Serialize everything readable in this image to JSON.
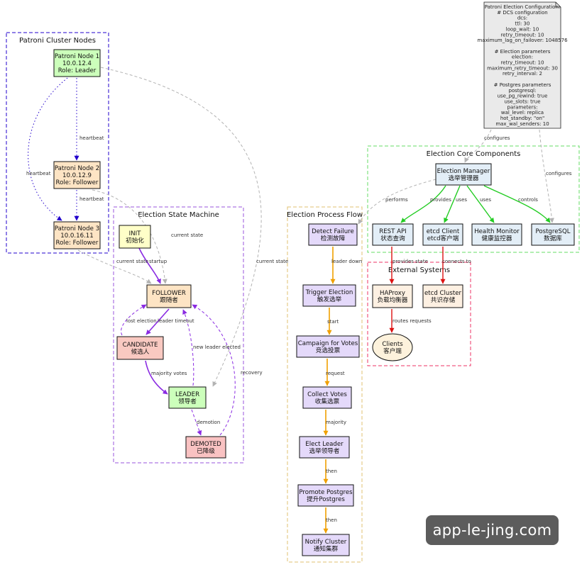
{
  "colors": {
    "leader_fill": "#ccffbb",
    "follower_fill": "#fde4c4",
    "init_fill": "#ffffc8",
    "candidate_fill": "#f9c9c1",
    "demoted_fill": "#f9c2c2",
    "process_fill": "#e4d9fa",
    "core_fill": "#e3eef7",
    "external_fill": "#fdf0e2",
    "client_fill": "#fdf2dc",
    "config_fill": "#eaeaea",
    "blue_edge": "#2200cc",
    "purple_edge": "#8a2be2",
    "orange_edge": "#f0a000",
    "green_edge": "#22cc22",
    "red_edge": "#dd1111",
    "gray_edge": "#b3b3b3"
  },
  "clusters": [
    {
      "id": "cluster_nodes",
      "title": "Patroni Cluster Nodes",
      "color": "#2200cc"
    },
    {
      "id": "cluster_state",
      "title": "Election State Machine",
      "color": "#9955dd"
    },
    {
      "id": "cluster_process",
      "title": "Election Process Flow",
      "color": "#e0c070"
    },
    {
      "id": "cluster_core",
      "title": "Election Core Components",
      "color": "#66dd66"
    },
    {
      "id": "cluster_external",
      "title": "External Systems",
      "color": "#ee3366"
    }
  ],
  "nodes": [
    {
      "id": "node1",
      "lines": [
        "Patroni Node 1",
        "10.0.12.4",
        "Role: Leader"
      ],
      "fill": "leader_fill"
    },
    {
      "id": "node2",
      "lines": [
        "Patroni Node 2",
        "10.0.12.9",
        "Role: Follower"
      ],
      "fill": "follower_fill"
    },
    {
      "id": "node3",
      "lines": [
        "Patroni Node 3",
        "10.0.16.11",
        "Role: Follower"
      ],
      "fill": "follower_fill"
    },
    {
      "id": "init",
      "lines": [
        "INIT",
        "初始化"
      ],
      "fill": "init_fill"
    },
    {
      "id": "follower",
      "lines": [
        "FOLLOWER",
        "跟随者"
      ],
      "fill": "follower_fill"
    },
    {
      "id": "candidate",
      "lines": [
        "CANDIDATE",
        "候选人"
      ],
      "fill": "candidate_fill"
    },
    {
      "id": "leader",
      "lines": [
        "LEADER",
        "领导者"
      ],
      "fill": "leader_fill"
    },
    {
      "id": "demoted",
      "lines": [
        "DEMOTED",
        "已降级"
      ],
      "fill": "demoted_fill"
    },
    {
      "id": "detect",
      "lines": [
        "Detect Failure",
        "检测故障"
      ],
      "fill": "process_fill"
    },
    {
      "id": "trigger",
      "lines": [
        "Trigger Election",
        "触发选举"
      ],
      "fill": "process_fill"
    },
    {
      "id": "campaign",
      "lines": [
        "Campaign for Votes",
        "竞选投票"
      ],
      "fill": "process_fill"
    },
    {
      "id": "collect",
      "lines": [
        "Collect Votes",
        "收集选票"
      ],
      "fill": "process_fill"
    },
    {
      "id": "elect",
      "lines": [
        "Elect Leader",
        "选举领导者"
      ],
      "fill": "process_fill"
    },
    {
      "id": "promote",
      "lines": [
        "Promote Postgres",
        "提升Postgres"
      ],
      "fill": "process_fill"
    },
    {
      "id": "notify",
      "lines": [
        "Notify Cluster",
        "通知集群"
      ],
      "fill": "process_fill"
    },
    {
      "id": "manager",
      "lines": [
        "Election Manager",
        "选举管理器"
      ],
      "fill": "core_fill"
    },
    {
      "id": "restapi",
      "lines": [
        "REST API",
        "状态查询"
      ],
      "fill": "core_fill"
    },
    {
      "id": "etcdclient",
      "lines": [
        "etcd Client",
        "etcd客户端"
      ],
      "fill": "core_fill"
    },
    {
      "id": "health",
      "lines": [
        "Health Monitor",
        "健康监控器"
      ],
      "fill": "core_fill"
    },
    {
      "id": "postgres",
      "lines": [
        "PostgreSQL",
        "数据库"
      ],
      "fill": "core_fill"
    },
    {
      "id": "haproxy",
      "lines": [
        "HAProxy",
        "负载均衡器"
      ],
      "fill": "external_fill"
    },
    {
      "id": "etcdcluster",
      "lines": [
        "etcd Cluster",
        "共识存储"
      ],
      "fill": "external_fill"
    },
    {
      "id": "clients",
      "lines": [
        "Clients",
        "客户端"
      ],
      "fill": "client_fill",
      "shape": "ellipse"
    }
  ],
  "config_note": {
    "lines": [
      "Patroni Election Configuration:",
      "# DCS configuration",
      "dcs:",
      "ttl: 30",
      "loop_wait: 10",
      "retry_timeout: 10",
      "maximum_lag_on_failover: 1048576",
      "",
      "# Election parameters",
      "election:",
      "retry_timeout: 10",
      "maximum_retry_timeout: 30",
      "retry_interval: 2",
      "",
      "# Postgres parameters",
      "postgresql:",
      "use_pg_rewind: true",
      "use_slots: true",
      "parameters:",
      "wal_level: replica",
      "hot_standby: \"on\"",
      "max_wal_senders: 10"
    ]
  },
  "edges": [
    {
      "id": "e1",
      "label": "heartbeat"
    },
    {
      "id": "e2",
      "label": "heartbeat"
    },
    {
      "id": "e3",
      "label": "heartbeat"
    },
    {
      "id": "e4",
      "label": "startup"
    },
    {
      "id": "e5",
      "label": "leader timeout"
    },
    {
      "id": "e6",
      "label": "lost election"
    },
    {
      "id": "e7",
      "label": "majority votes"
    },
    {
      "id": "e8",
      "label": "new leader elected"
    },
    {
      "id": "e9",
      "label": "demotion"
    },
    {
      "id": "e10",
      "label": "recovery"
    },
    {
      "id": "e11",
      "label": "current state"
    },
    {
      "id": "e12",
      "label": "current state"
    },
    {
      "id": "e13",
      "label": "current state"
    },
    {
      "id": "e14",
      "label": "leader down"
    },
    {
      "id": "e15",
      "label": "start"
    },
    {
      "id": "e16",
      "label": "request"
    },
    {
      "id": "e17",
      "label": "majority"
    },
    {
      "id": "e18",
      "label": "then"
    },
    {
      "id": "e19",
      "label": "then"
    },
    {
      "id": "e20",
      "label": "performs"
    },
    {
      "id": "e21",
      "label": "provides"
    },
    {
      "id": "e22",
      "label": "uses"
    },
    {
      "id": "e23",
      "label": "uses"
    },
    {
      "id": "e24",
      "label": "controls"
    },
    {
      "id": "e25",
      "label": "provides state"
    },
    {
      "id": "e26",
      "label": "connects to"
    },
    {
      "id": "e27",
      "label": "routes requests"
    },
    {
      "id": "e28",
      "label": "configures"
    },
    {
      "id": "e29",
      "label": "configures"
    }
  ],
  "watermark": "app-le-jing.com"
}
